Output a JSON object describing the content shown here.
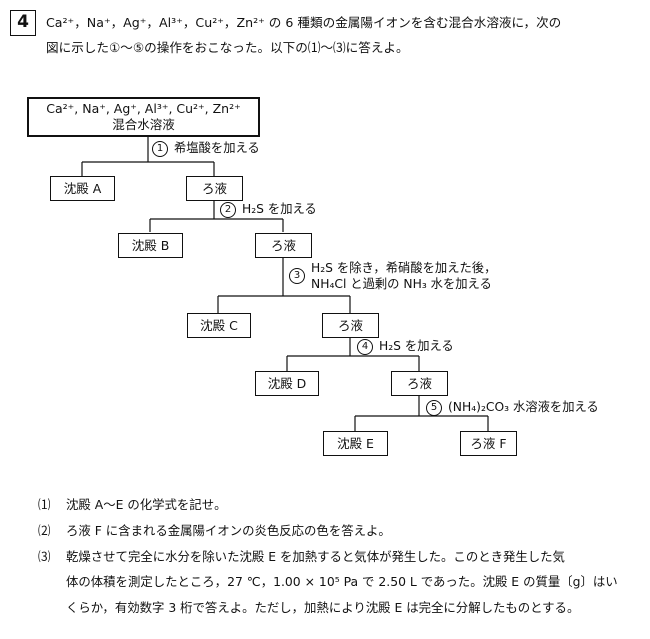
{
  "problem_number": "4",
  "intro_line1_prefix": "Ca²⁺，Na⁺，Ag⁺，Al³⁺，Cu²⁺，Zn²⁺ の 6 種類の金属陽イオンを含む混合水溶液に，次の",
  "intro_line2": "図に示した①～⑤の操作をおこなった。以下の⑴～⑶に答えよ。",
  "top_box": {
    "ions": "Ca²⁺, Na⁺, Ag⁺, Al³⁺, Cu²⁺, Zn²⁺",
    "label": "混合水溶液"
  },
  "steps": [
    {
      "mark": "①",
      "text": "希塩酸を加える"
    },
    {
      "mark": "②",
      "text": "H₂S を加える"
    },
    {
      "mark": "③",
      "text": "H₂S を除き，希硝酸を加えた後，",
      "text2": "NH₄Cl と過剰の NH₃ 水を加える"
    },
    {
      "mark": "④",
      "text": "H₂S を加える"
    },
    {
      "mark": "⑤",
      "text": "(NH₄)₂CO₃ 水溶液を加える"
    }
  ],
  "boxes": {
    "a": "沈殿 A",
    "filtrate1": "ろ液",
    "b": "沈殿 B",
    "filtrate2": "ろ液",
    "c": "沈殿 C",
    "filtrate3": "ろ液",
    "d": "沈殿 D",
    "filtrate4": "ろ液",
    "e": "沈殿 E",
    "f": "ろ液 F"
  },
  "questions": [
    {
      "num": "⑴",
      "text": "沈殿 A～E の化学式を記せ。"
    },
    {
      "num": "⑵",
      "text": "ろ液 F に含まれる金属陽イオンの炎色反応の色を答えよ。"
    },
    {
      "num": "⑶",
      "text": "乾燥させて完全に水分を除いた沈殿 E を加熱すると気体が発生した。このとき発生した気",
      "text2": "体の体積を測定したところ，27 ℃，1.00 × 10⁵ Pa で 2.50 L であった。沈殿 E の質量〔g〕はい",
      "text3": "くらか，有効数字 3 桁で答えよ。ただし，加熱により沈殿 E は完全に分解したものとする。"
    }
  ]
}
